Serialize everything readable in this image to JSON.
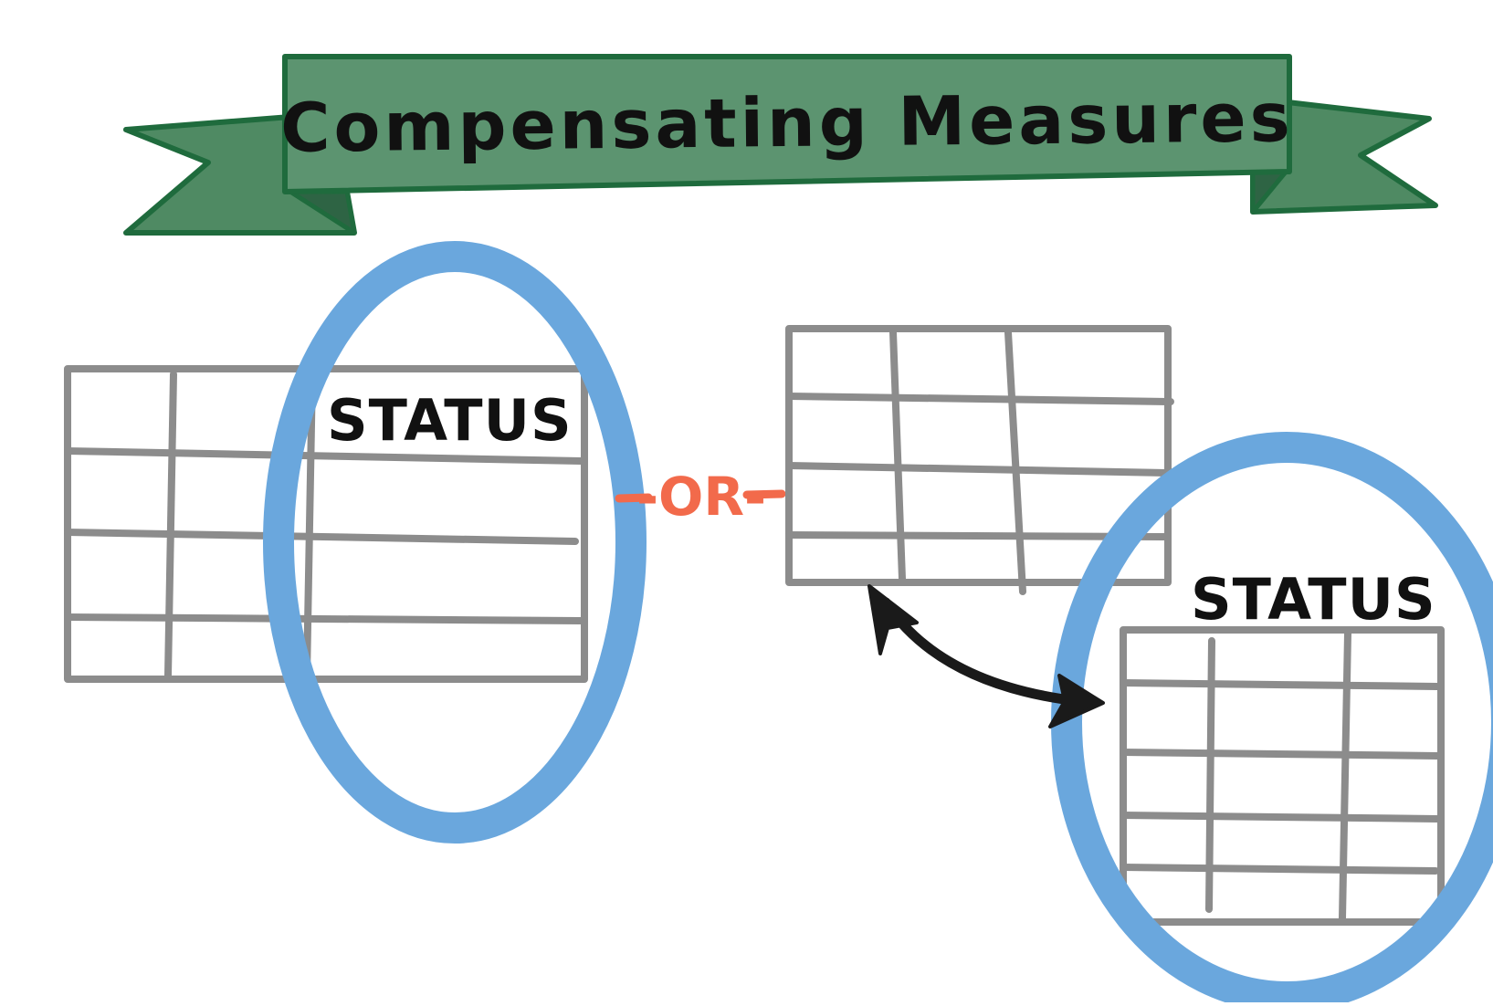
{
  "banner": {
    "title": "Compensating Measures"
  },
  "left_table": {
    "header_label": "STATUS"
  },
  "connector": {
    "label": "-OR-"
  },
  "right_table": {
    "status_label": "STATUS"
  },
  "colors": {
    "banner_fill": "#4f8a63",
    "banner_outline": "#1f6b3d",
    "grid_line": "#8c8c8c",
    "highlight_ellipse": "#6aa7dd",
    "or_accent": "#f26a4b",
    "arrow": "#1a1a1a",
    "text": "#111111"
  }
}
